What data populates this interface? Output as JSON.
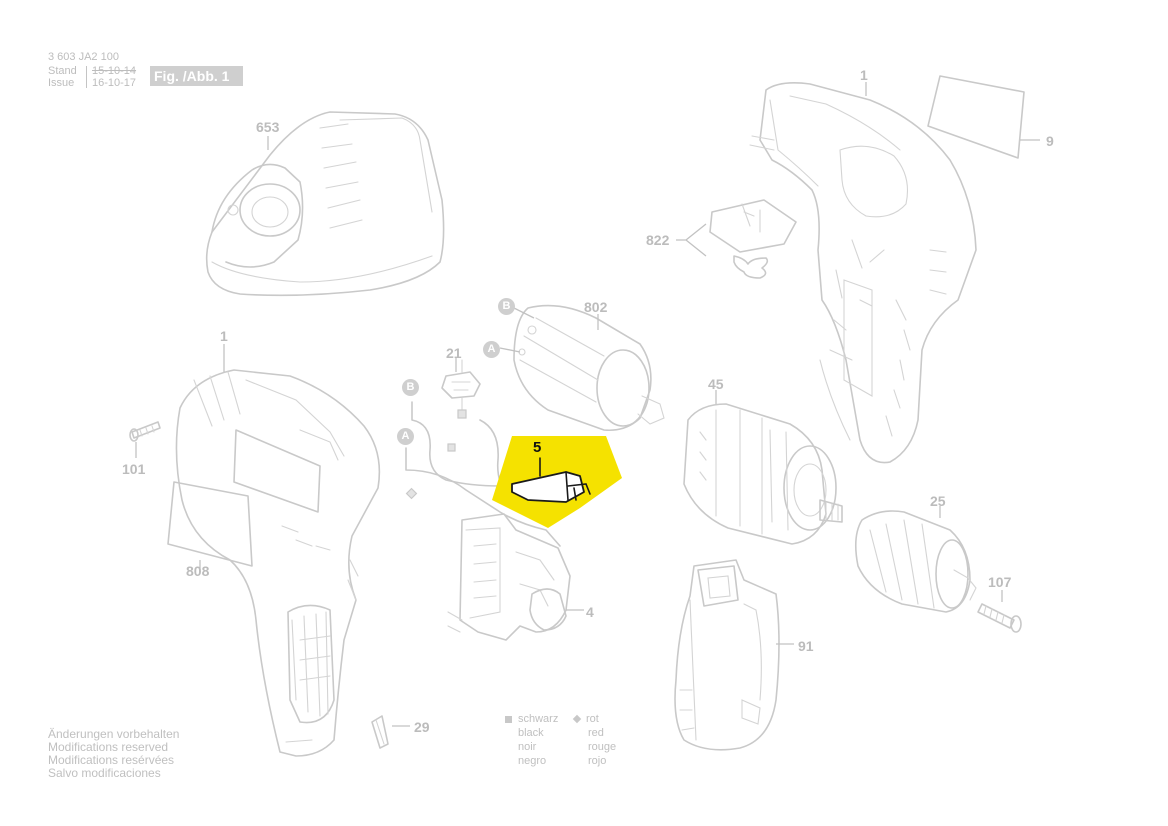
{
  "header": {
    "doc_number": "3 603 JA2 100",
    "stand_label": "Stand",
    "issue_label": "Issue",
    "stand_date": "15-10-14",
    "issue_date": "16-10-17",
    "figure_label": "Fig. /Abb. 1"
  },
  "parts": [
    {
      "id": "p653",
      "number": "653",
      "highlighted": false
    },
    {
      "id": "p1a",
      "number": "1",
      "highlighted": false
    },
    {
      "id": "p9",
      "number": "9",
      "highlighted": false
    },
    {
      "id": "p822",
      "number": "822",
      "highlighted": false
    },
    {
      "id": "p802",
      "number": "802",
      "highlighted": false
    },
    {
      "id": "p21",
      "number": "21",
      "highlighted": false
    },
    {
      "id": "p1b",
      "number": "1",
      "highlighted": false
    },
    {
      "id": "p101",
      "number": "101",
      "highlighted": false
    },
    {
      "id": "p45",
      "number": "45",
      "highlighted": false
    },
    {
      "id": "p5",
      "number": "5",
      "highlighted": true
    },
    {
      "id": "p25",
      "number": "25",
      "highlighted": false
    },
    {
      "id": "p808",
      "number": "808",
      "highlighted": false
    },
    {
      "id": "p4",
      "number": "4",
      "highlighted": false
    },
    {
      "id": "p107",
      "number": "107",
      "highlighted": false
    },
    {
      "id": "p91",
      "number": "91",
      "highlighted": false
    },
    {
      "id": "p29",
      "number": "29",
      "highlighted": false
    }
  ],
  "connector_markers": [
    "A",
    "B",
    "A",
    "B"
  ],
  "highlight_color": "#f5e200",
  "legend": {
    "black": {
      "de": "schwarz",
      "en": "black",
      "fr": "noir",
      "es": "negro"
    },
    "red": {
      "de": "rot",
      "en": "red",
      "fr": "rouge",
      "es": "rojo"
    }
  },
  "notes": [
    "Änderungen vorbehalten",
    "Modifications reserved",
    "Modifications resérvées",
    "Salvo modificaciones"
  ]
}
